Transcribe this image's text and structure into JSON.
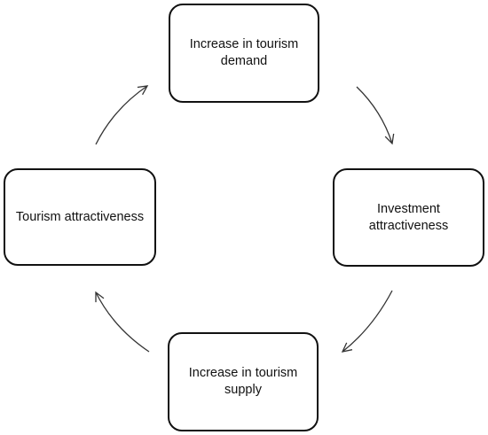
{
  "nodes": {
    "top": "Increase in tourism demand",
    "right": "Investment attractiveness",
    "bottom": "Increase in tourism supply",
    "left": "Tourism attractiveness"
  }
}
